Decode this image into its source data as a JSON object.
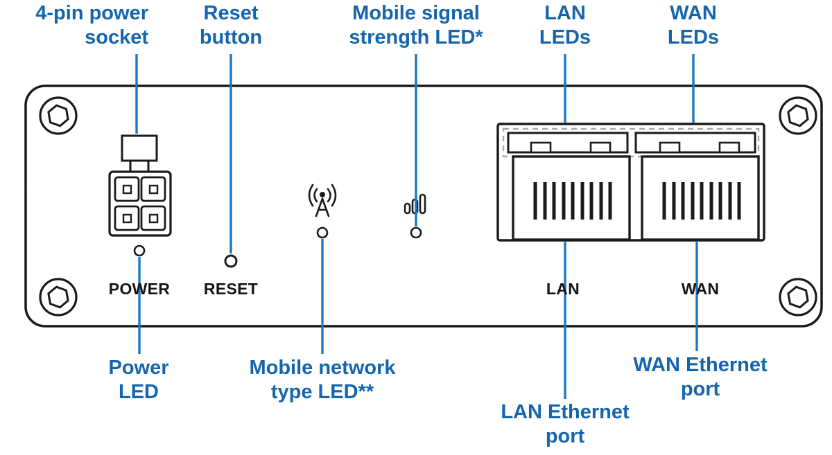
{
  "colors": {
    "label_blue": "#1465ad",
    "callout_line_blue": "#1e77bf",
    "outline_black": "#1a1a1a",
    "dashed_gray": "#a8a8a8"
  },
  "icons": {
    "mobile_network_type": "antenna-icon",
    "mobile_signal_strength": "signal-bars-icon",
    "corner_fastener": "hex-screw-icon"
  },
  "panel": {
    "labels": {
      "power": "POWER",
      "reset": "RESET",
      "lan": "LAN",
      "wan": "WAN"
    }
  },
  "callouts": {
    "power_socket": {
      "line1": "4-pin power",
      "line2": "socket"
    },
    "reset_button": {
      "line1": "Reset",
      "line2": "button"
    },
    "mobile_signal_led": {
      "line1": "Mobile signal",
      "line2": "strength LED*"
    },
    "lan_leds": {
      "line1": "LAN",
      "line2": "LEDs"
    },
    "wan_leds": {
      "line1": "WAN",
      "line2": "LEDs"
    },
    "power_led": {
      "line1": "Power",
      "line2": "LED"
    },
    "mobile_network_led": {
      "line1": "Mobile network",
      "line2": "type LED**"
    },
    "lan_port": {
      "line1": "LAN Ethernet",
      "line2": "port"
    },
    "wan_port": {
      "line1": "WAN Ethernet",
      "line2": "port"
    }
  }
}
